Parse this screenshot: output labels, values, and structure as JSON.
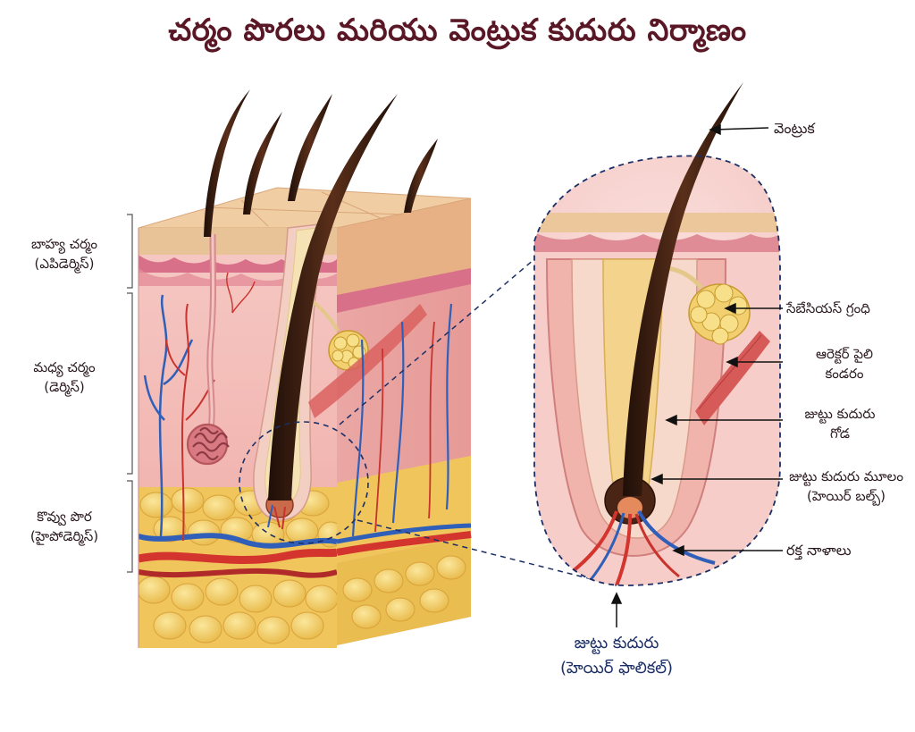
{
  "title": "చర్మం పొరలు మరియు వెంట్రుక కుదురు నిర్మాణం",
  "layers": {
    "epidermis": [
      "బాహ్య చర్మం",
      "(ఎపిడెర్మిస్)"
    ],
    "dermis": [
      "మధ్య చర్మం",
      "(డెర్మిస్)"
    ],
    "hypodermis": [
      "కొవ్వు పొర",
      "(హైపోడెర్మిస్)"
    ]
  },
  "parts": {
    "hair": "వెంట్రుక",
    "sebaceous": "సేబేసియస్ గ్రంధి",
    "arrector": [
      "ఆరెక్టర్ పైలి",
      "కండరం"
    ],
    "wall": [
      "జుట్టు కుదురు",
      "గోడ"
    ],
    "bulb": [
      "జుట్టు కుదురు మూలం",
      "(హెయిర్ బల్బ్)"
    ],
    "vessels": "రక్త నాళాలు"
  },
  "follicle": [
    "జుట్టు కుదురు",
    "(హెయిర్ ఫాలికల్)"
  ],
  "colors": {
    "title": "#5a1826",
    "epidermis": "#e9c398",
    "dermis": "#f2b7b3",
    "fat": "#f2d070",
    "artery": "#d4342e",
    "vein": "#2f5fb8",
    "hair": "#3a1e12",
    "callout_border": "#1b2f66"
  }
}
